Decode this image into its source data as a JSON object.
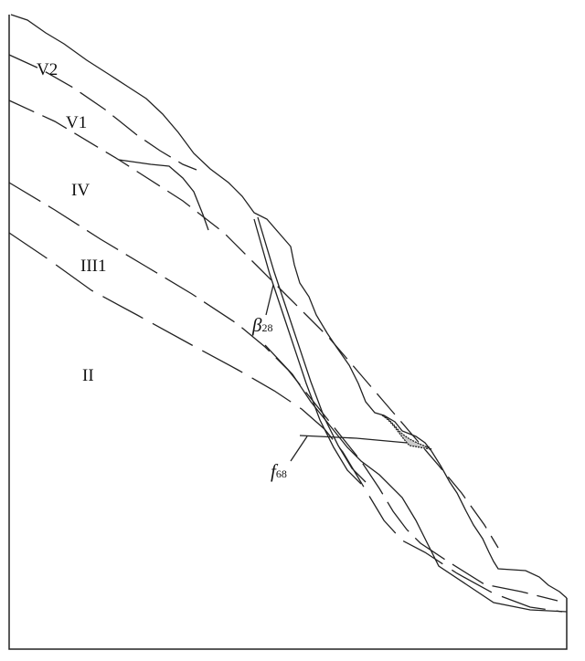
{
  "layers": {
    "v2": "V2",
    "v1": "V1",
    "iv": "IV",
    "iii1": "III1",
    "ii": "II"
  },
  "annotations": {
    "dyke_symbol": "β",
    "dyke_sub": "28",
    "fault_symbol": "f",
    "fault_sub": "68"
  }
}
